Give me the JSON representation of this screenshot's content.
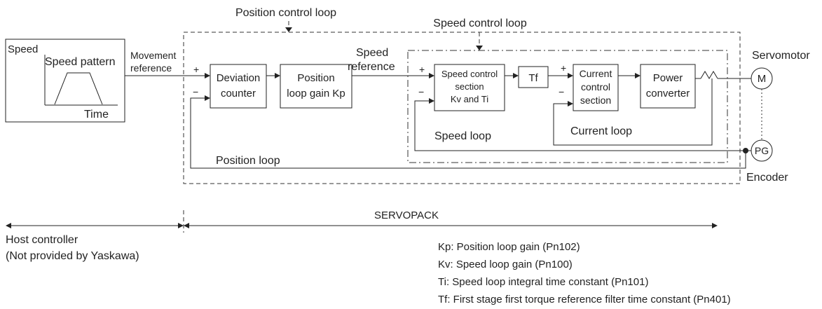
{
  "diagram": {
    "position_loop_title": "Position control loop",
    "speed_loop_title": "Speed control loop",
    "servomotor_label": "Servomotor",
    "encoder_label": "Encoder",
    "host": {
      "speed_axis": "Speed",
      "pattern_label": "Speed pattern",
      "time_axis": "Time"
    },
    "signals": {
      "movement_reference_line1": "Movement",
      "movement_reference_line2": "reference",
      "speed_reference_line1": "Speed",
      "speed_reference_line2": "reference",
      "plus": "+",
      "minus": "−"
    },
    "blocks": {
      "deviation_line1": "Deviation",
      "deviation_line2": "counter",
      "position_gain_line1": "Position",
      "position_gain_line2": "loop gain Kp",
      "speed_control_line1": "Speed control",
      "speed_control_line2": "section",
      "speed_control_line3": "Kv and Ti",
      "tf": "Tf",
      "current_line1": "Current",
      "current_line2": "control",
      "current_line3": "section",
      "power_line1": "Power",
      "power_line2": "converter",
      "motor": "M",
      "pg": "PG"
    },
    "loops": {
      "speed_loop": "Speed loop",
      "current_loop": "Current loop",
      "position_loop": "Position loop"
    }
  },
  "scope": {
    "servopack": "SERVOPACK",
    "host_controller_line1": "Host controller",
    "host_controller_line2": "(Not provided by Yaskawa)"
  },
  "legend": [
    "Kp: Position loop gain (Pn102)",
    "Kv: Speed loop gain (Pn100)",
    "Ti: Speed loop integral time constant (Pn101)",
    "Tf: First stage first torque reference filter time constant (Pn401)"
  ]
}
